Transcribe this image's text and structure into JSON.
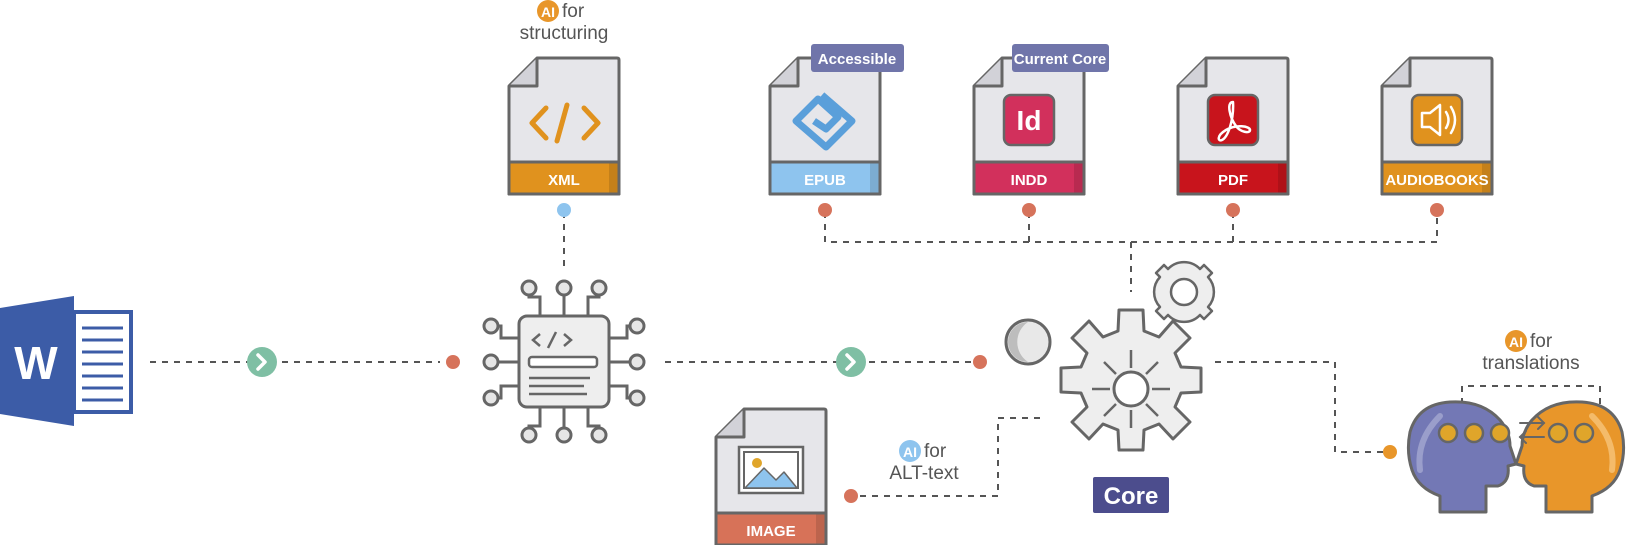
{
  "ai_labels": {
    "ai": "AI",
    "structuring_line1": "for",
    "structuring_line2": "structuring",
    "alt_line1": "for",
    "alt_line2": "ALT-text",
    "translations_line1": "for",
    "translations_line2": "translations"
  },
  "files": {
    "xml": "XML",
    "epub": "EPUB",
    "indd": "INDD",
    "pdf": "PDF",
    "audiobooks": "AUDIOBOOKS",
    "image": "IMAGE"
  },
  "tags": {
    "accessible": "Accessible",
    "current_core": "Current Core"
  },
  "icons": {
    "word": "W",
    "indesign": "Id"
  },
  "core_label": "Core",
  "colors": {
    "xml": "#e0921e",
    "epub": "#8ec4ee",
    "indd": "#d2305c",
    "pdf": "#c8141c",
    "audio": "#e0921e",
    "image": "#d77258",
    "tag": "#7075aa",
    "core": "#4c4d8d",
    "word": "#3c5ca7",
    "green": "#7fbfa4",
    "dot": "#d6735b",
    "ai_badge": "#e8962a",
    "ai_badge_blue": "#8ec4ee",
    "head_purple": "#7378b5",
    "head_orange": "#e8962a"
  }
}
